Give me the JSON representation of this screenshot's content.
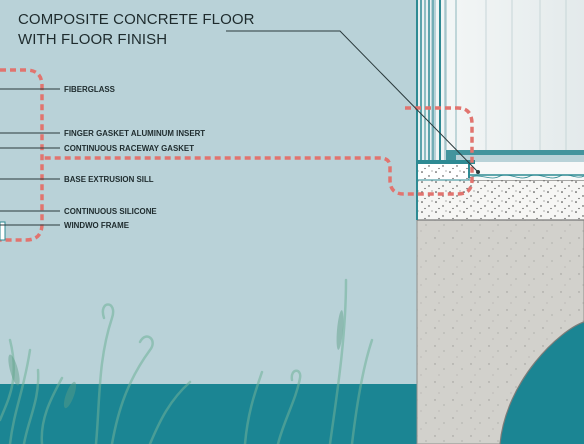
{
  "title": {
    "line1": "COMPOSITE CONCRETE FLOOR",
    "line2": "WITH FLOOR FINISH"
  },
  "labels": [
    "FIBERGLASS",
    "FINGER GASKET ALUMINUM INSERT",
    "CONTINUOUS RACEWAY GASKET",
    "BASE EXTRUSION SILL",
    "CONTINUOUS SILICONE",
    "WINDWO FRAME"
  ],
  "colors": {
    "background": "#b9d2d8",
    "water": "#1b8593",
    "concrete": "#d2d1cc",
    "frame": "#2e8a93",
    "callout_dash": "#e1746f",
    "text": "#1e2b2d"
  }
}
